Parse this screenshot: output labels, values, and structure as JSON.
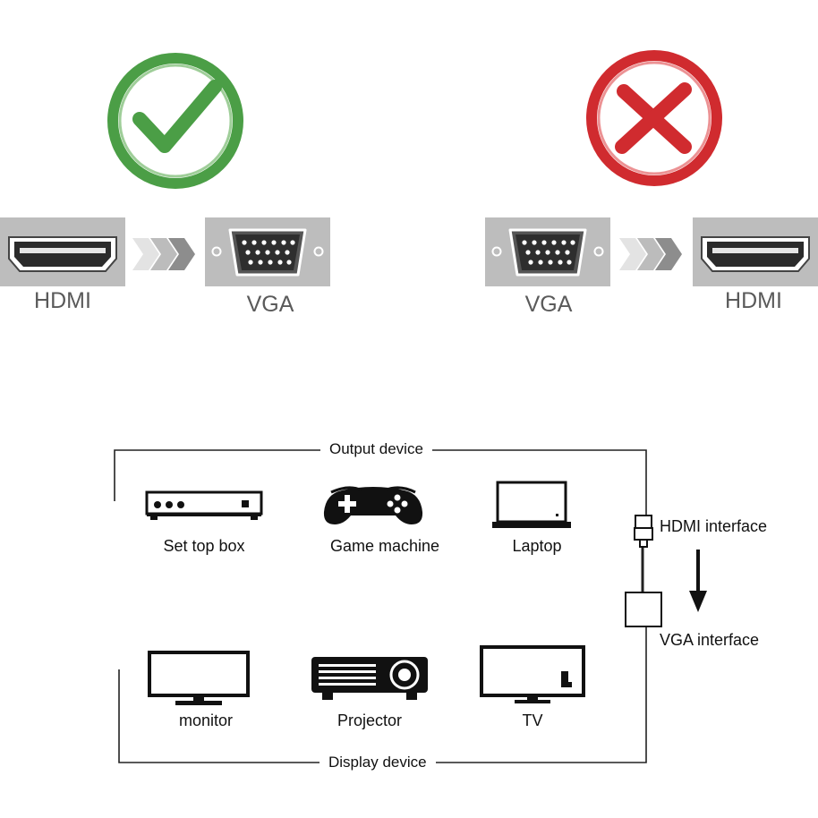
{
  "top": {
    "correct": {
      "status_icon": "check-icon",
      "color": "#4b9e46",
      "from_label": "HDMI",
      "to_label": "VGA"
    },
    "wrong": {
      "status_icon": "cross-icon",
      "color": "#d02b2f",
      "from_label": "VGA",
      "to_label": "HDMI"
    }
  },
  "output_group": {
    "title": "Output device",
    "devices": [
      {
        "label": "Set top box",
        "icon": "set-top-box-icon"
      },
      {
        "label": "Game machine",
        "icon": "gamepad-icon"
      },
      {
        "label": "Laptop",
        "icon": "laptop-icon"
      }
    ]
  },
  "adapter": {
    "hdmi_label": "HDMI interface",
    "vga_label": "VGA interface"
  },
  "display_group": {
    "title": "Display device",
    "devices": [
      {
        "label": "monitor",
        "icon": "monitor-icon"
      },
      {
        "label": "Projector",
        "icon": "projector-icon"
      },
      {
        "label": "TV",
        "icon": "tv-icon"
      }
    ]
  }
}
